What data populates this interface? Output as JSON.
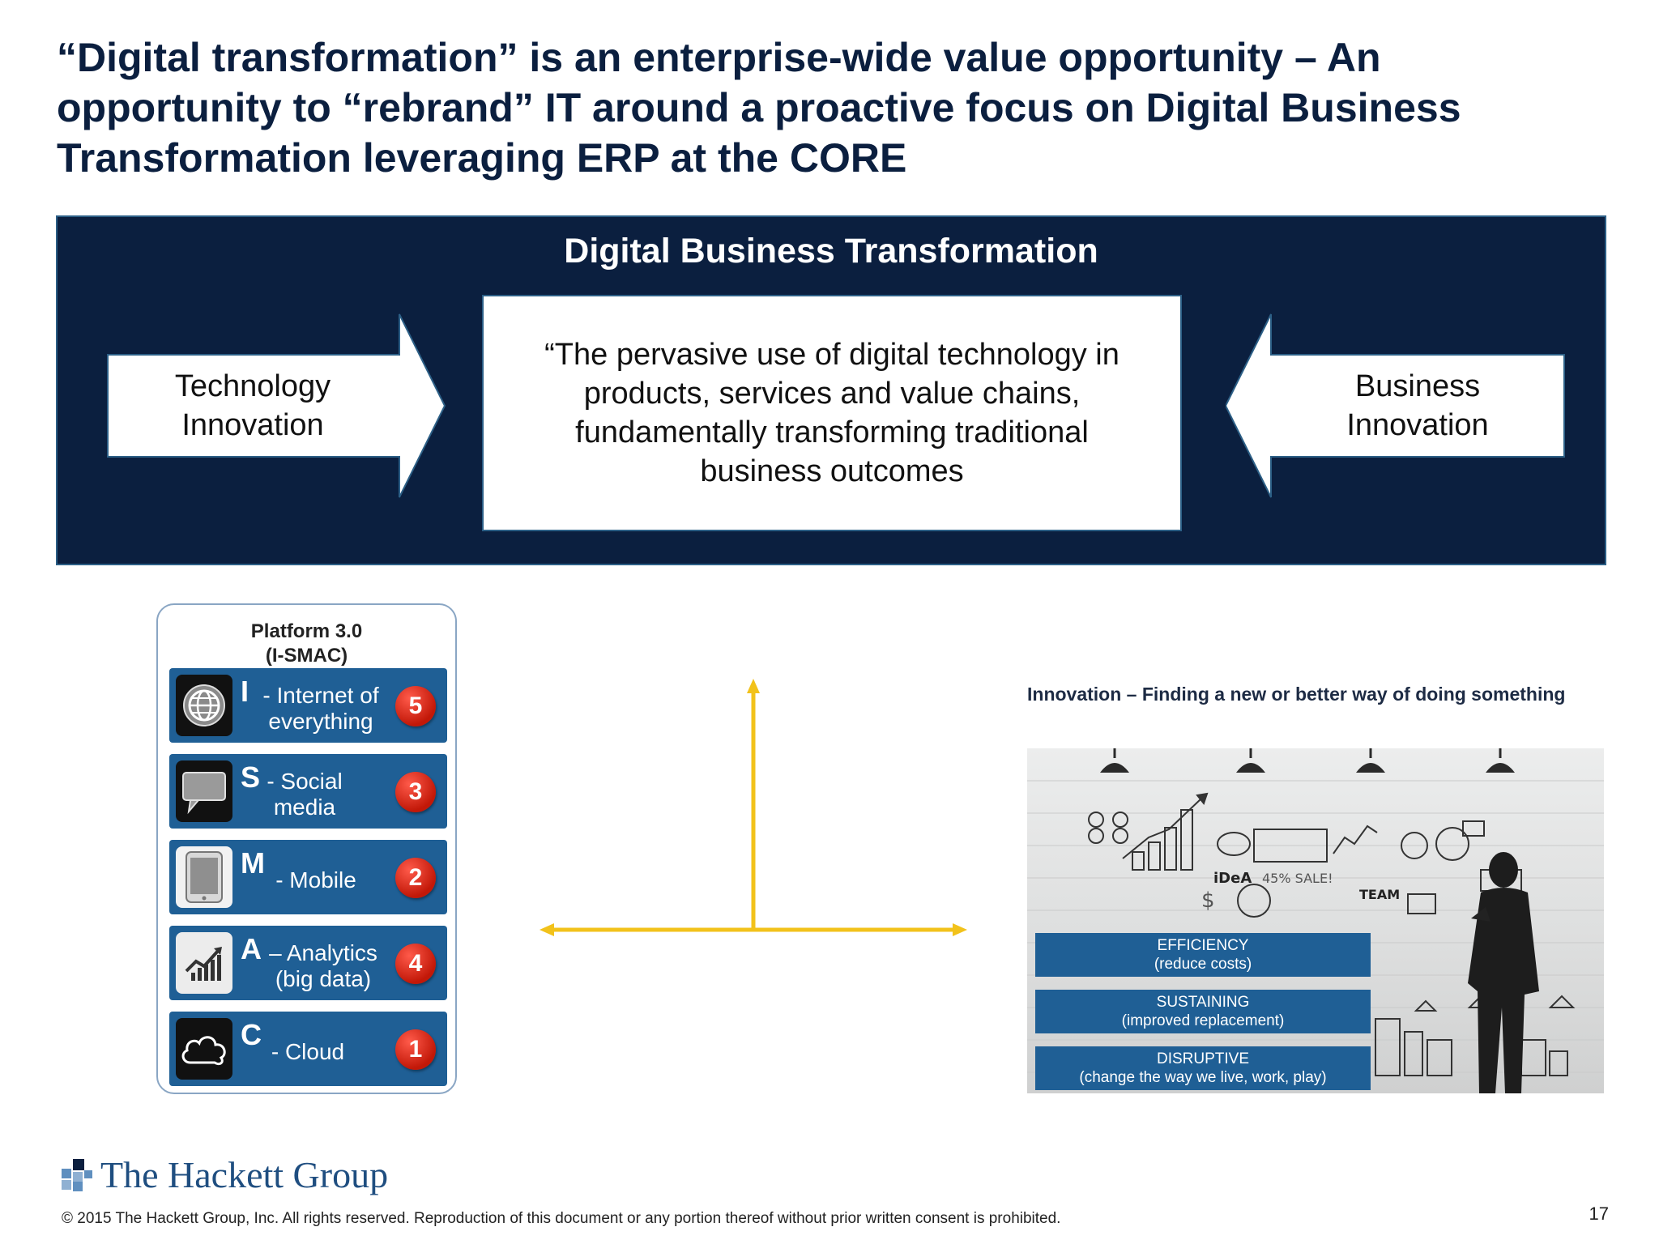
{
  "title_lines": [
    "“Digital transformation” is an enterprise-wide value opportunity – An",
    "opportunity to “rebrand” IT around a proactive focus on Digital Business",
    "Transformation leveraging ERP at the CORE"
  ],
  "dbt": {
    "heading": "Digital Business Transformation",
    "left_arrow_lines": [
      "Technology",
      "Innovation"
    ],
    "right_arrow_lines": [
      "Business",
      "Innovation"
    ],
    "quote_lines": [
      "“The pervasive use of digital technology in",
      "products, services and value chains,",
      "fundamentally transforming traditional",
      "business outcomes"
    ]
  },
  "platform": {
    "title_lines": [
      "Platform 3.0",
      "(I-SMAC)"
    ],
    "items": [
      {
        "letter": "I",
        "lines": [
          "- Internet of",
          "everything"
        ],
        "rank": "5",
        "icon": "globe-icon"
      },
      {
        "letter": "S",
        "lines": [
          "- Social",
          "media"
        ],
        "rank": "3",
        "icon": "speech-bubble-icon"
      },
      {
        "letter": "M",
        "lines": [
          "- Mobile"
        ],
        "rank": "2",
        "icon": "tablet-icon"
      },
      {
        "letter": "A",
        "lines": [
          "– Analytics",
          "(big data)"
        ],
        "rank": "4",
        "icon": "analytics-chart-icon"
      },
      {
        "letter": "C",
        "lines": [
          "- Cloud"
        ],
        "rank": "1",
        "icon": "cloud-icon"
      }
    ]
  },
  "innovation": {
    "title": "Innovation – Finding a new or better way of doing something",
    "bands": [
      {
        "label": "EFFICIENCY",
        "sub": "(reduce costs)"
      },
      {
        "label": "SUSTAINING",
        "sub": "(improved replacement)"
      },
      {
        "label": "DISRUPTIVE",
        "sub": "(change the way we live, work, play)"
      }
    ]
  },
  "colors": {
    "navy": "#0b1f3f",
    "blue": "#1f5f95",
    "axis_yellow": "#f2c21b",
    "rank_red": "#d0200f"
  },
  "footer": {
    "logo_text": "The Hackett Group",
    "copyright": "© 2015 The Hackett Group, Inc.  All rights reserved. Reproduction of this document or any portion thereof without prior written consent is prohibited.",
    "page_number": "17"
  }
}
